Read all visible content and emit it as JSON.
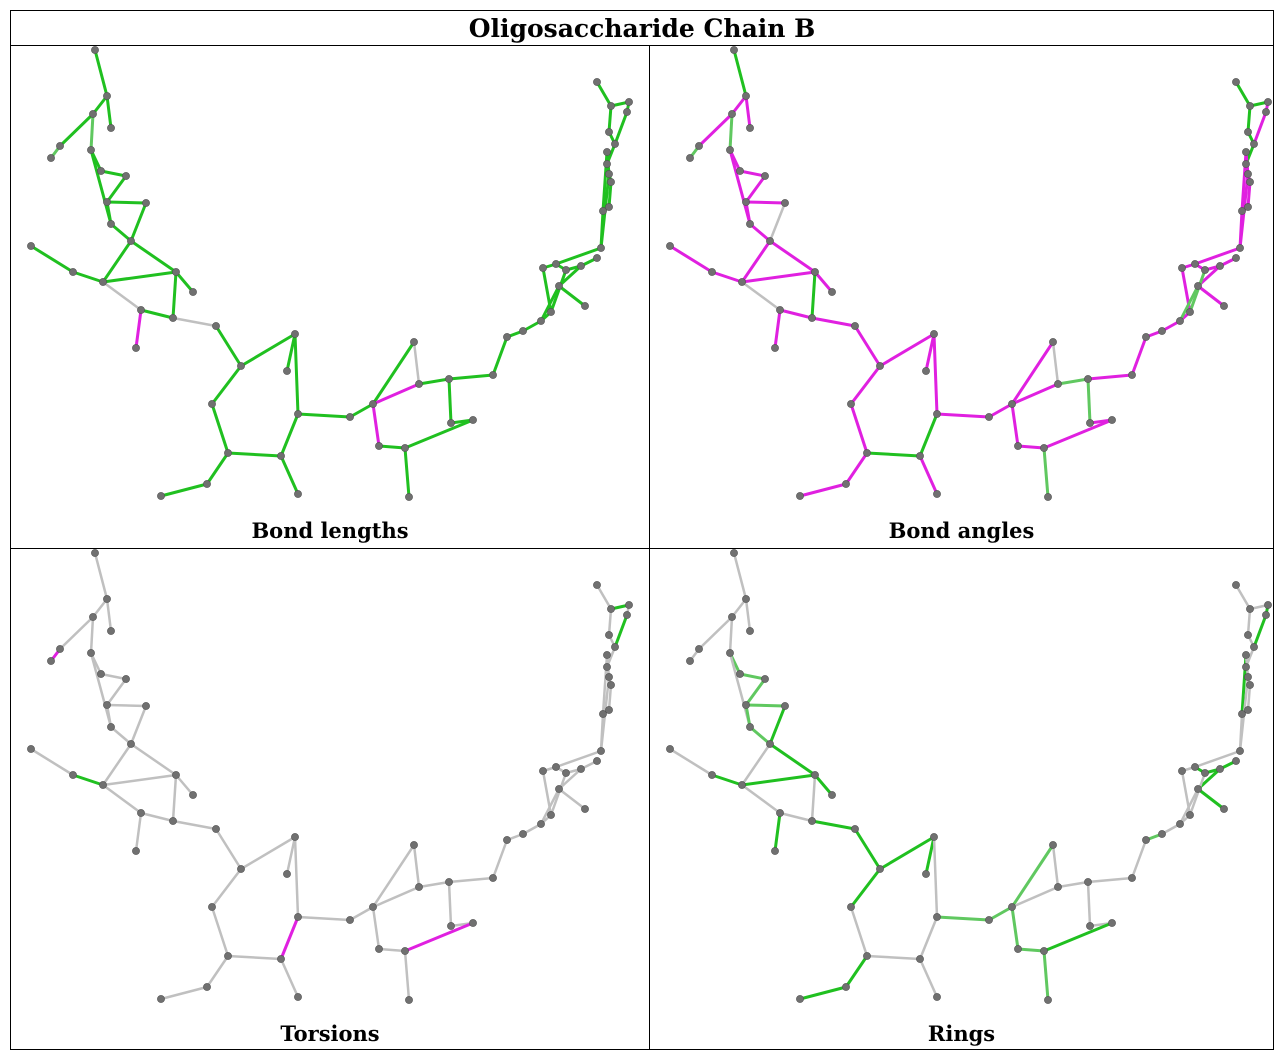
{
  "title": "Oligosaccharide Chain B",
  "panels": [
    {
      "caption": "Bond lengths"
    },
    {
      "caption": "Bond angles"
    },
    {
      "caption": "Torsions"
    },
    {
      "caption": "Rings"
    }
  ],
  "colors": {
    "outlier": "#e020e0",
    "good": "#20c020",
    "good_light": "#60c860",
    "neutral": "#c0c0c0",
    "atom": "#707070"
  }
}
